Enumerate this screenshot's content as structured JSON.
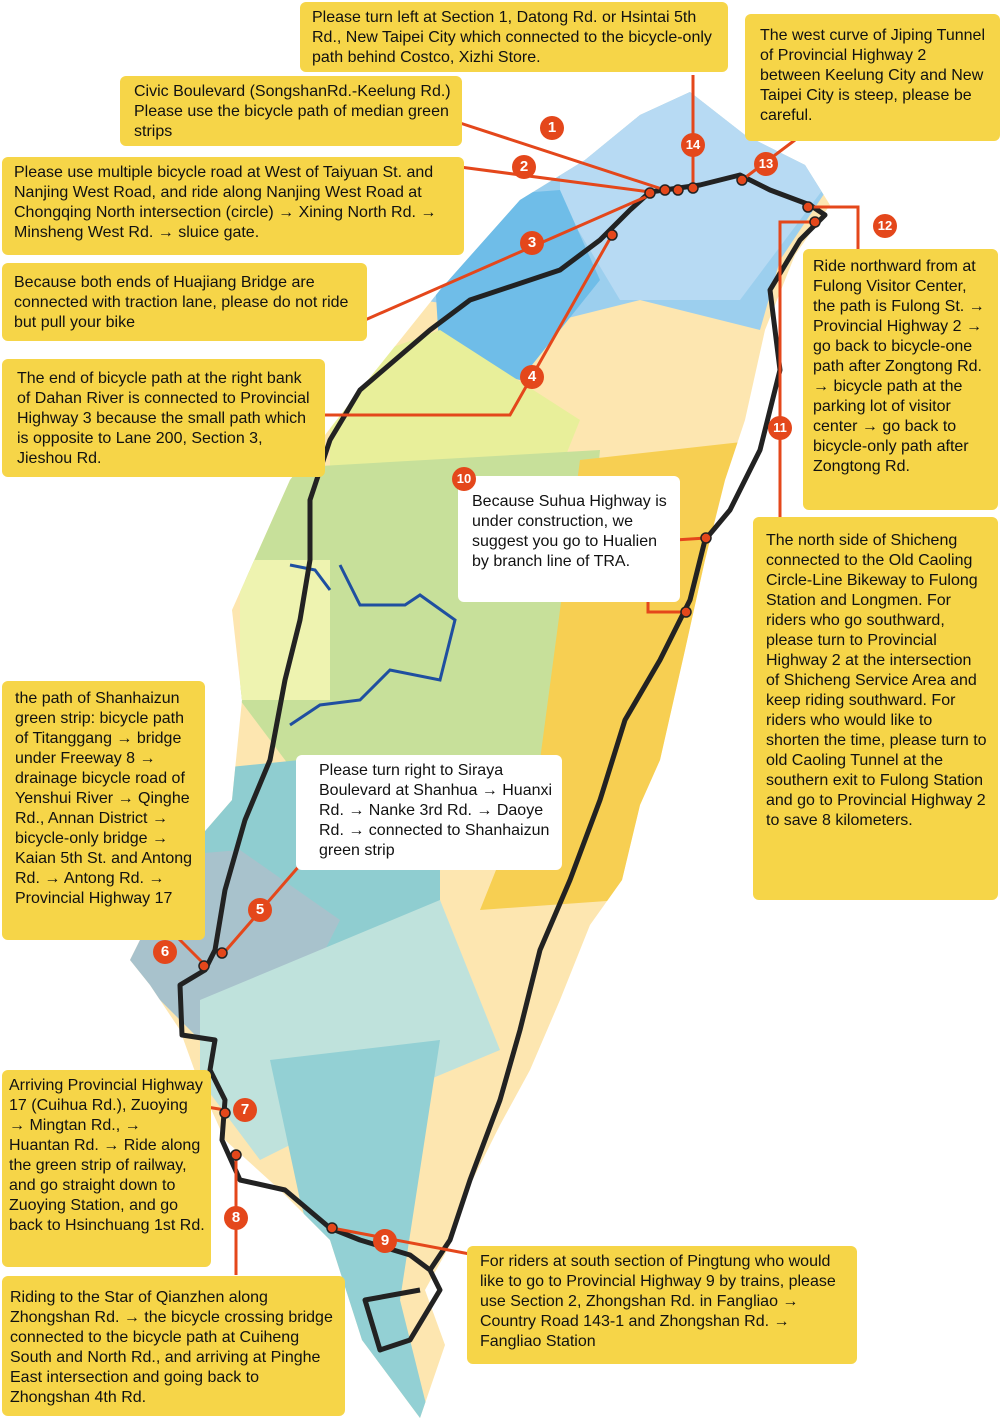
{
  "colors": {
    "callout": "#f6d548",
    "marker": "#e4471b",
    "route": "#222222",
    "river": "#1f4fa0"
  },
  "callouts": [
    {
      "id": "c1",
      "num": "1",
      "text": "Civic Boulevard (SongshanRd.-Keelung Rd.) Please use the bicycle path of median green strips"
    },
    {
      "id": "c2",
      "num": "2",
      "text": "Please use multiple bicycle road at West of Taiyuan St. and Nanjing West Road, and ride along Nanjing West Road at Chongqing North intersection (circle) → Xining North Rd. → Minsheng West Rd. → sluice gate."
    },
    {
      "id": "c3",
      "num": "3",
      "text": "Because both ends of Huajiang Bridge are connected with traction lane, please do not ride but pull your bike"
    },
    {
      "id": "c4",
      "num": "4",
      "text": "The end of bicycle path at the right bank of Dahan River is connected to Provincial Highway 3 because the small path which is opposite to Lane 200, Section 3, Jieshou Rd."
    },
    {
      "id": "c5",
      "num": "5",
      "text": "Please turn right to Siraya Boulevard at Shanhua → Huanxi Rd. → Nanke 3rd Rd. → Daoye Rd. → connected to Shanhaizun green strip"
    },
    {
      "id": "c6",
      "num": "6",
      "text": "the path of Shanhaizun green strip: bicycle path of Titanggang → bridge under Freeway 8 → drainage bicycle road of Yenshui River → Qinghe Rd., Annan District → bicycle-only bridge → Kaian 5th St. and Antong Rd. → Antong Rd. → Provincial Highway 17"
    },
    {
      "id": "c7",
      "num": "7",
      "text": "Arriving Provincial Highway 17 (Cuihua Rd.), Zuoying → Mingtan Rd., → Huantan Rd. → Ride along the green strip of railway, and go straight down to Zuoying Station, and go back to Hsinchuang 1st Rd."
    },
    {
      "id": "c8",
      "num": "8",
      "text": "Riding to the Star of Qianzhen along Zhongshan Rd. → the bicycle crossing bridge connected to the bicycle path at Cuiheng South and North Rd., and arriving at Pinghe East intersection and going back to Zhongshan 4th Rd."
    },
    {
      "id": "c9",
      "num": "9",
      "text": "For riders at south section of Pingtung who would like to go to Provincial Highway 9 by trains, please use Section 2, Zhongshan Rd. in Fangliao → Country Road 143-1 and Zhongshan Rd. → Fangliao Station"
    },
    {
      "id": "c10",
      "num": "10",
      "text": "Because Suhua Highway is under construction, we suggest you go to Hualien by branch line of TRA."
    },
    {
      "id": "c11",
      "num": "11",
      "text": "The north side of Shicheng connected to the Old Caoling Circle-Line Bikeway to Fulong Station and Longmen. For riders who go southward, please turn to Provincial Highway 2 at the intersection of Shicheng Service Area and keep riding southward. For riders who would like to shorten the time, please turn to old Caoling Tunnel at the southern exit to Fulong Station and go to Provincial Highway 2 to save 8 kilometers."
    },
    {
      "id": "c12",
      "num": "12",
      "text": "Ride northward from at Fulong Visitor Center, the path is Fulong St. → Provincial Highway 2 → go back to bicycle-one path after Zongtong Rd. → bicycle path at the parking lot of visitor center → go back to bicycle-only path after Zongtong Rd."
    },
    {
      "id": "c13",
      "num": "13",
      "text": "The west curve of Jiping Tunnel of Provincial Highway 2 between Keelung City and New Taipei City is steep, please be careful."
    },
    {
      "id": "c14",
      "num": "14",
      "text": "Please turn left at Section 1, Datong Rd. or Hsintai 5th Rd., New Taipei City which connected to the bicycle-only path behind Costco, Xizhi Store."
    }
  ]
}
